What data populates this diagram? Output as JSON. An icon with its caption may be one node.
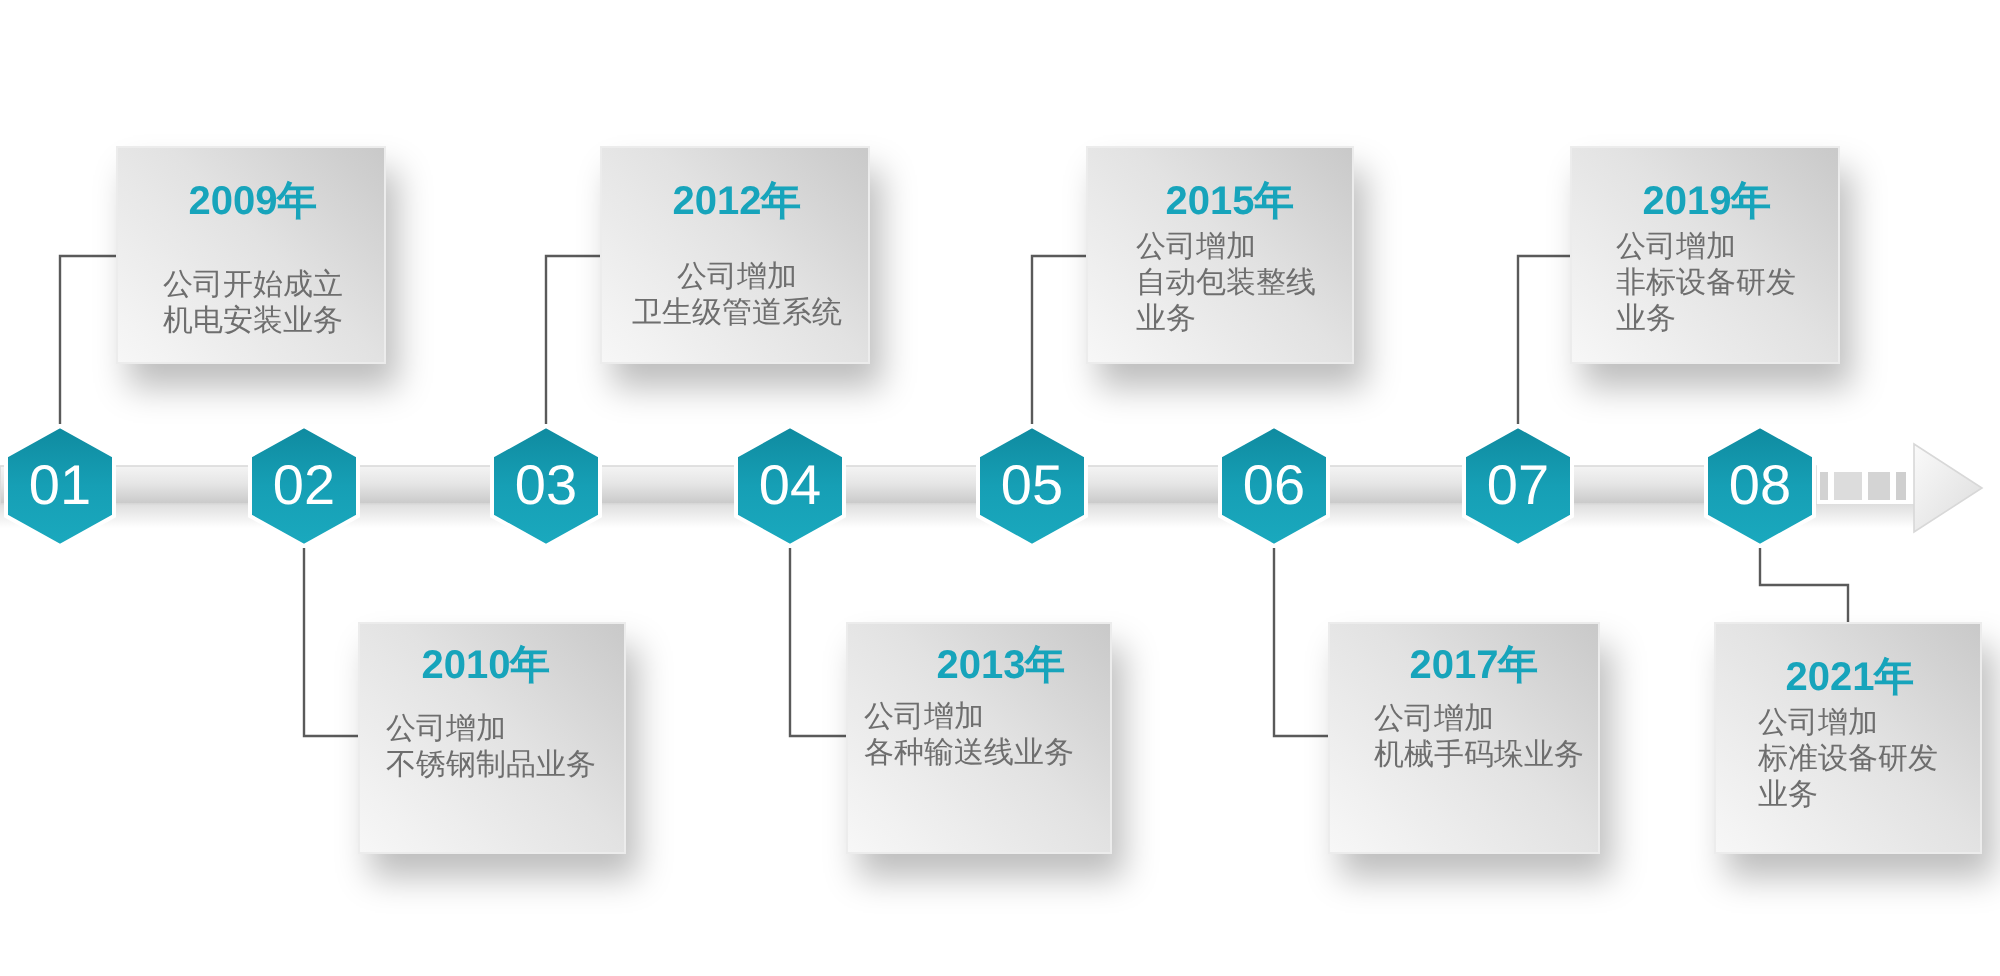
{
  "diagram": {
    "nodes": [
      {
        "text": [
          "01"
        ]
      },
      {
        "text": [
          "02"
        ]
      },
      {
        "text": [
          "03"
        ]
      },
      {
        "text": [
          "04"
        ]
      },
      {
        "text": [
          "05"
        ]
      },
      {
        "text": [
          "06"
        ]
      },
      {
        "text": [
          "07"
        ]
      },
      {
        "text": [
          "08"
        ]
      },
      {
        "text": [
          "2009年",
          "公司开始成立机电安装业务"
        ]
      },
      {
        "text": [
          "2010年",
          "公司增加不锈钢制品业务"
        ]
      },
      {
        "text": [
          "2012年",
          "公司增加卫生级管道系统"
        ]
      },
      {
        "text": [
          "2013年",
          "公司增加各种输送线业务"
        ]
      },
      {
        "text": [
          "2015年",
          "公司增加自动包装整线业务"
        ]
      },
      {
        "text": [
          "2017年",
          "公司增加机械手码垛业务"
        ]
      },
      {
        "text": [
          "2019年",
          "公司增加非标设备研发业务"
        ]
      },
      {
        "text": [
          "2021年",
          "公司增加标准设备研发业务"
        ]
      }
    ],
    "edges": [
      {
        "from": 0,
        "to": 8,
        "arrow": "none"
      },
      {
        "from": 1,
        "to": 9,
        "arrow": "none"
      },
      {
        "from": 2,
        "to": 10,
        "arrow": "none"
      },
      {
        "from": 3,
        "to": 11,
        "arrow": "none"
      },
      {
        "from": 4,
        "to": 12,
        "arrow": "none"
      },
      {
        "from": 5,
        "to": 13,
        "arrow": "none"
      },
      {
        "from": 6,
        "to": 14,
        "arrow": "none"
      },
      {
        "from": 7,
        "to": 15,
        "arrow": "none"
      }
    ]
  }
}
